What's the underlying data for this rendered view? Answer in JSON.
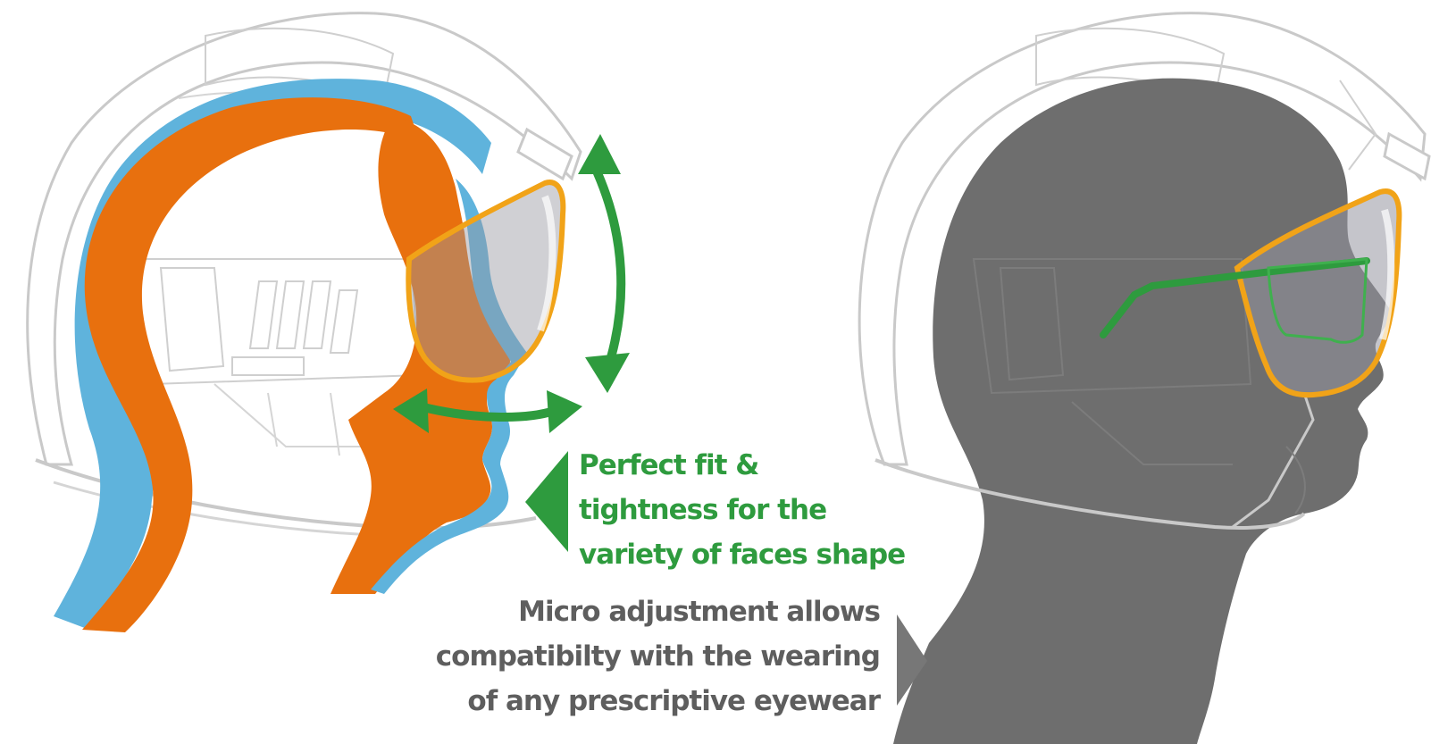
{
  "captions": {
    "fit": {
      "line1": "Perfect fit &",
      "line2": "tightness for the",
      "line3": "variety of faces shape"
    },
    "micro": {
      "line1": "Micro adjustment allows",
      "line2": "compatibilty with the wearing",
      "line3": "of any prescriptive eyewear"
    }
  },
  "colors": {
    "orange": "#e8700e",
    "blue": "#5fb3dc",
    "green": "#2e9b3e",
    "visor_frame": "#f1a318",
    "head_gray": "#6e6e6e",
    "caption_gray": "#5e5e5e",
    "helmet_line": "#c9c9c9"
  },
  "icons": {
    "fit_pointer": "triangle-left-icon",
    "micro_pointer": "triangle-right-icon"
  }
}
